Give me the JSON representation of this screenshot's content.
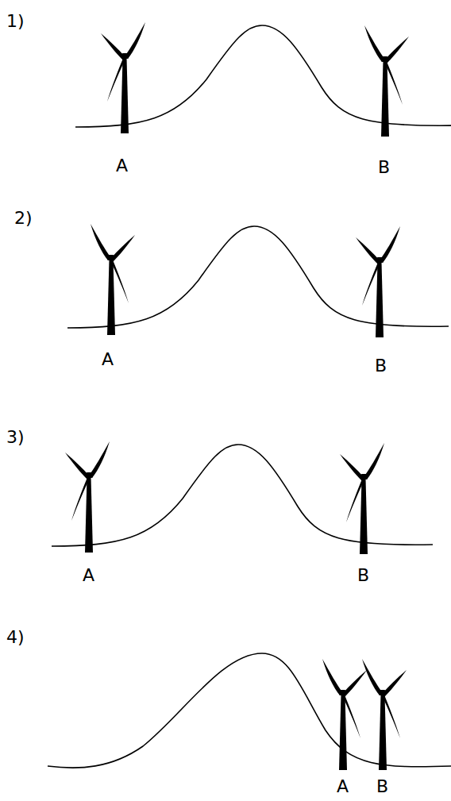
{
  "diagram": {
    "labels": [
      "1)",
      "A",
      "B",
      "2)",
      "A",
      "B",
      "3)",
      "A",
      "B",
      "4)",
      "A",
      "B"
    ]
  }
}
